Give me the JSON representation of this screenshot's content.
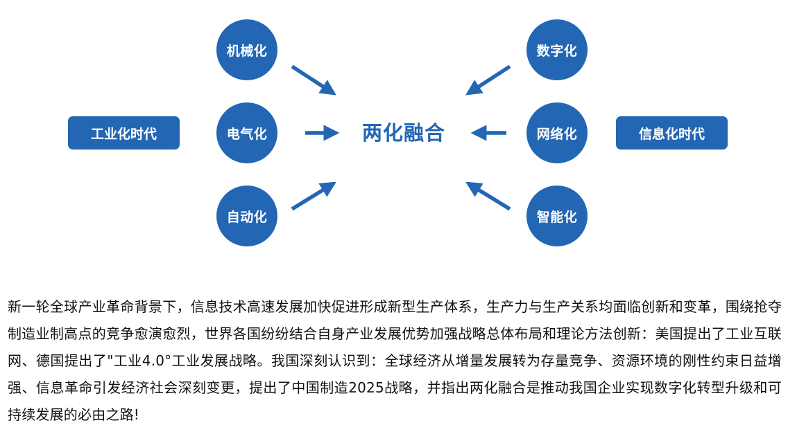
{
  "diagram": {
    "center": "两化融合",
    "left_box": "工业化时代",
    "right_box": "信息化时代",
    "left_nodes": [
      "机械化",
      "电气化",
      "自动化"
    ],
    "right_nodes": [
      "数字化",
      "网络化",
      "智能化"
    ],
    "node_color": "#2366b4"
  },
  "paragraph": "新一轮全球产业革命背景下，信息技术高速发展加快促进形成新型生产体系，生产力与生产关系均面临创新和变革，围绕抢夺制造业制高点的竞争愈演愈烈，世界各国纷纷结合自身产业发展优势加强战略总体布局和理论方法创新：美国提出了工业互联网、德国提出了\"工业4.0°工业发展战略。我国深刻认识到：全球经济从增量发展转为存量竞争、资源环境的刚性约束日益增强、信息革命引发经济社会深刻变更，提出了中国制造2025战略，并指出两化融合是推动我国企业实现数字化转型升级和可持续发展的必由之路!"
}
